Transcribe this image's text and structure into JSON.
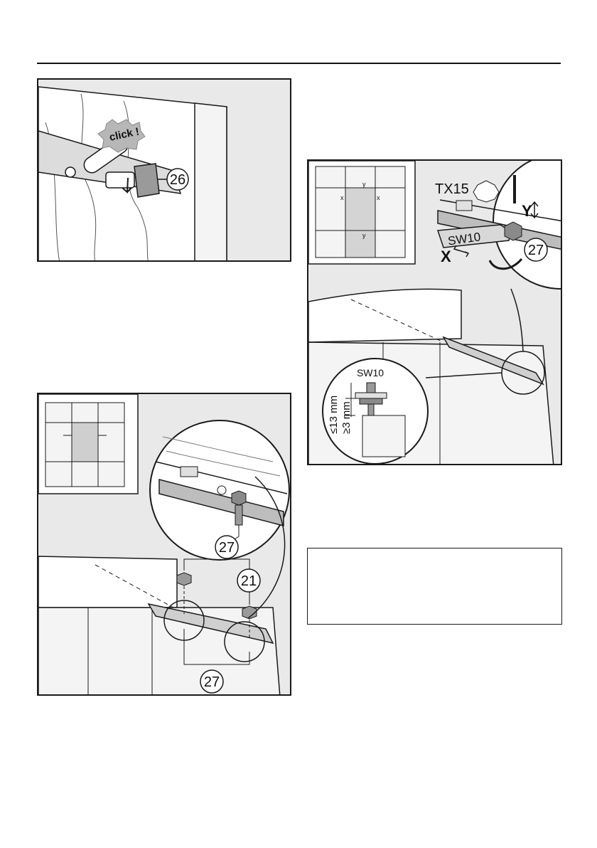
{
  "figures": {
    "fig1": {
      "callout": "26",
      "click_label": "click !"
    },
    "fig2": {
      "callout_a": "27",
      "callout_b": "21",
      "callout_c": "27"
    },
    "fig3": {
      "tool_torx": "TX15",
      "tool_wrench": "SW10",
      "callout": "27",
      "axis_x": "X",
      "axis_y": "Y",
      "inset_x": "x",
      "inset_y": "y",
      "detail_wrench": "SW10",
      "dim_max": "≤13 mm",
      "dim_min": "≥3 mm"
    }
  },
  "note": {
    "text": ""
  },
  "colors": {
    "panel_bg": "#e9e9e9",
    "line": "#1a1a1a",
    "furniture": "#ffffff"
  }
}
